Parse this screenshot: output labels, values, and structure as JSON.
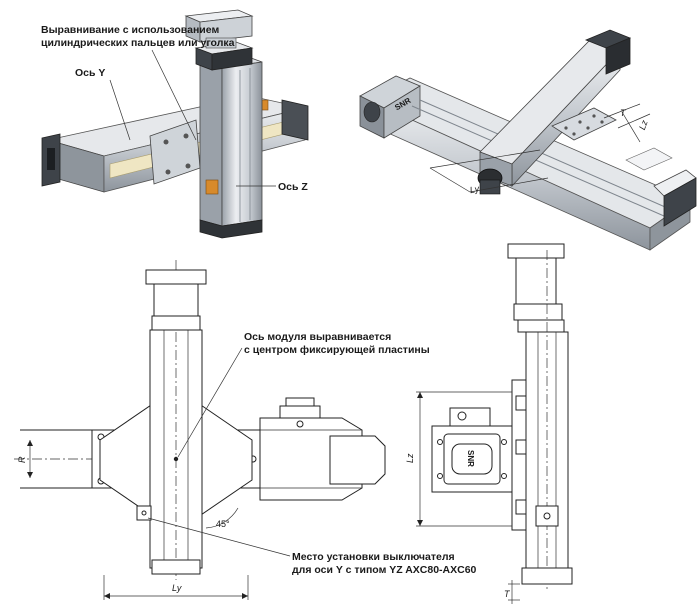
{
  "labels": {
    "alignment_title_line1": "Выравнивание с использованием",
    "alignment_title_line2": "цилиндрических пальцев или уголка",
    "axis_y": "Ось Y",
    "axis_z": "Ось Z",
    "module_axis_line1": "Ось модуля выравнивается",
    "module_axis_line2": "с центром фиксирующей пластины",
    "switch_line1": "Место установки выключателя",
    "switch_line2": "для оси Y с типом YZ AXC80-AXC60"
  },
  "dimensions": {
    "ly_top": "Ly",
    "lz_top": "Lz",
    "t_top": "T",
    "r": "R",
    "angle": "45°",
    "ly_bottom": "Ly",
    "lz_right": "Lz",
    "t_right": "T"
  },
  "brand": {
    "logo_text": "SNR"
  },
  "colors": {
    "metal_light": "#d9dde2",
    "metal_mid": "#aab1b9",
    "metal_dark": "#3e4349",
    "cream": "#efe6c3",
    "orange": "#d78a2b"
  }
}
